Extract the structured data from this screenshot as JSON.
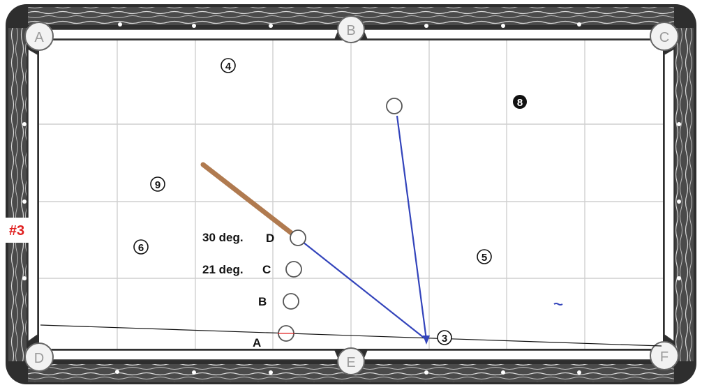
{
  "page_label": "#3",
  "pockets": [
    {
      "id": "A",
      "label": "A"
    },
    {
      "id": "B",
      "label": "B"
    },
    {
      "id": "C",
      "label": "C"
    },
    {
      "id": "D",
      "label": "D"
    },
    {
      "id": "E",
      "label": "E"
    },
    {
      "id": "F",
      "label": "F"
    }
  ],
  "balls": [
    {
      "id": "4",
      "label": "4"
    },
    {
      "id": "8",
      "label": "8"
    },
    {
      "id": "9",
      "label": "9"
    },
    {
      "id": "6",
      "label": "6"
    },
    {
      "id": "5",
      "label": "5"
    },
    {
      "id": "3",
      "label": "3"
    }
  ],
  "cue_positions": [
    {
      "id": "D",
      "label": "D",
      "angle_label": "30 deg."
    },
    {
      "id": "C",
      "label": "C",
      "angle_label": "21 deg."
    },
    {
      "id": "B",
      "label": "B",
      "angle_label": ""
    },
    {
      "id": "A",
      "label": "A",
      "angle_label": ""
    }
  ],
  "colors": {
    "felt": "#ffffff",
    "grid": "#cfcfcf",
    "rail": "#3a3a3a",
    "shot_line": "#3344bb",
    "cue_stick": "#b07a4f",
    "reference_line": "#111111",
    "label_red": "#e02020"
  }
}
